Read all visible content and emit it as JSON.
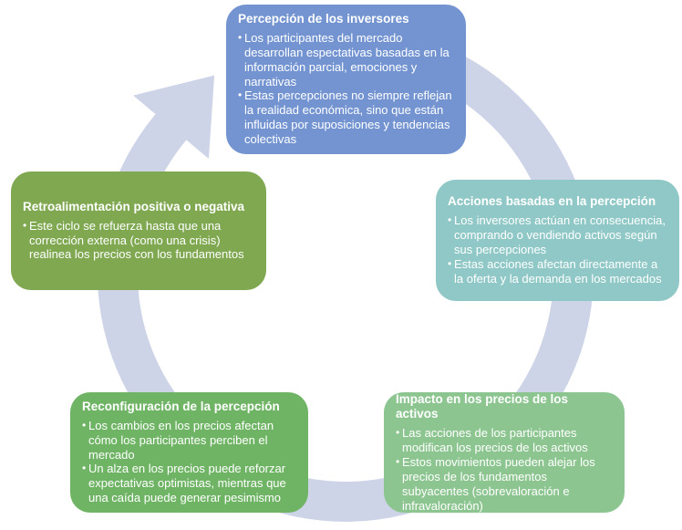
{
  "diagram": {
    "type": "cycle",
    "direction": "clockwise",
    "nodes": [
      {
        "id": "percepcion-inversores",
        "title": "Percepción de los inversores",
        "bullets": [
          "Los participantes del mercado desarrollan espectativas basadas en la información parcial, emociones y narrativas",
          "Estas percepciones no siempre reflejan la realidad económica, sino que están influidas por suposiciones y tendencias colectivas"
        ]
      },
      {
        "id": "acciones-basadas-percepcion",
        "title": "Acciones basadas en la percepción",
        "bullets": [
          "Los inversores actúan en consecuencia, comprando o vendiendo activos según sus percepciones",
          "Estas acciones afectan directamente a la oferta y la demanda en los mercados"
        ]
      },
      {
        "id": "impacto-precios-activos",
        "title": "Impacto en los precios de los activos",
        "bullets": [
          "Las acciones de los participantes modifican los precios de los activos",
          "Estos movimientos pueden alejar los precios de los fundamentos subyacentes (sobrevaloración e infravaloración)"
        ]
      },
      {
        "id": "reconfiguracion-percepcion",
        "title": "Reconfiguración de la percepción",
        "bullets": [
          "Los cambios en los precios afectan cómo los participantes perciben el mercado",
          "Un alza en los precios puede reforzar expectativas optimistas, mientras que una caída puede generar pesimismo"
        ]
      },
      {
        "id": "retroalimentacion-positiva-negativa",
        "title": "Retroalimentación positiva o negativa",
        "bullets": [
          "Este ciclo se refuerza hasta que una corrección externa (como una crisis) realinea los precios con los fundamentos"
        ]
      }
    ],
    "bullet_glyph": "•"
  },
  "colors": {
    "node-blue": "#7394d0",
    "node-teal": "#8fc8c6",
    "node-sage": "#8dc591",
    "node-green": "#6fb465",
    "node-olive": "#7fa851",
    "ring": "#cdd4e8",
    "text": "#ffffff",
    "background": "#ffffff"
  }
}
